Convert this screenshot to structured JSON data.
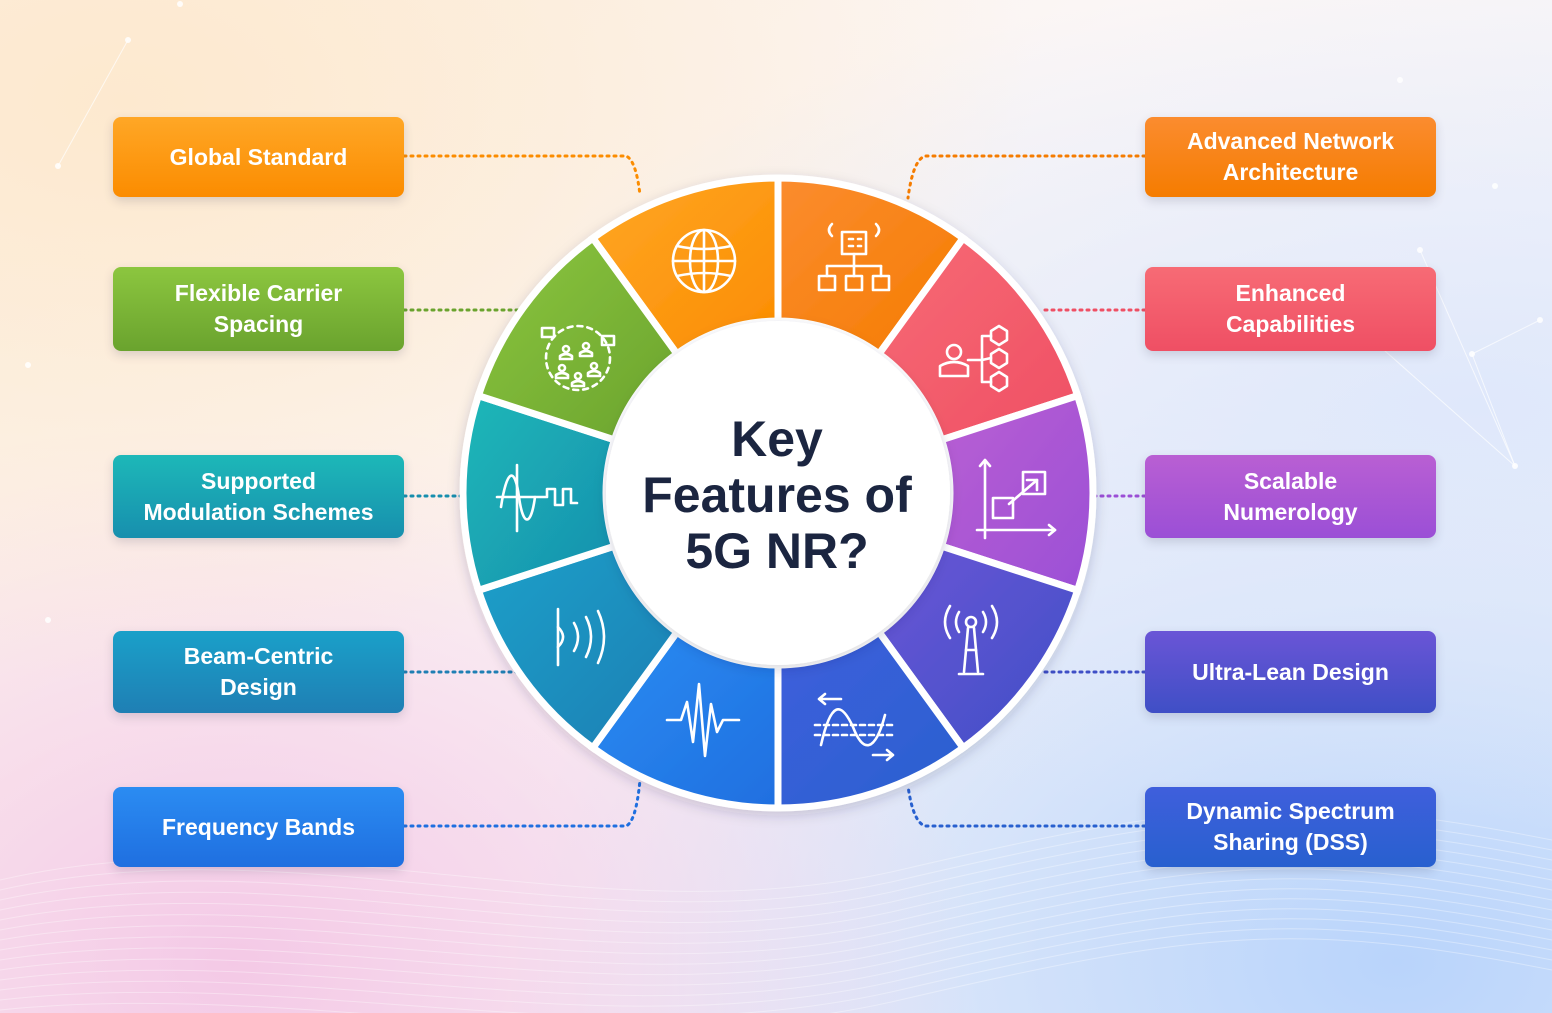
{
  "title": "Key\nFeatures of\n5G NR?",
  "features": [
    {
      "id": "global-standard",
      "label": "Global Standard",
      "color": "#ffa726",
      "color2": "#fb8c00",
      "icon": "globe-icon"
    },
    {
      "id": "advanced-network-architecture",
      "label": "Advanced Network\nArchitecture",
      "color": "#fb8c2f",
      "color2": "#f57c00",
      "icon": "network-hierarchy-icon"
    },
    {
      "id": "enhanced-capabilities",
      "label": "Enhanced\nCapabilities",
      "color": "#f76b75",
      "color2": "#ef4f64",
      "icon": "user-hexagons-icon"
    },
    {
      "id": "scalable-numerology",
      "label": "Scalable\nNumerology",
      "color": "#b95fd3",
      "color2": "#9b4fd6",
      "icon": "scaling-graph-icon"
    },
    {
      "id": "ultra-lean-design",
      "label": "Ultra-Lean Design",
      "color": "#6a55d6",
      "color2": "#3f4fc6",
      "icon": "antenna-tower-icon"
    },
    {
      "id": "dynamic-spectrum-sharing",
      "label": "Dynamic Spectrum\nSharing (DSS)",
      "color": "#3f5fdc",
      "color2": "#2860cf",
      "icon": "wave-arrows-icon"
    },
    {
      "id": "frequency-bands",
      "label": "Frequency Bands",
      "color": "#2b8cf2",
      "color2": "#1f6fe0",
      "icon": "frequency-wave-icon"
    },
    {
      "id": "beam-centric-design",
      "label": "Beam-Centric\nDesign",
      "color": "#1aa0c9",
      "color2": "#1f7fb4",
      "icon": "beam-signal-icon"
    },
    {
      "id": "supported-modulation-schemes",
      "label": "Supported\nModulation Schemes",
      "color": "#1db8b8",
      "color2": "#178fae",
      "icon": "modulation-wave-icon"
    },
    {
      "id": "flexible-carrier-spacing",
      "label": "Flexible Carrier\nSpacing",
      "color": "#8cc63f",
      "color2": "#6aa32e",
      "icon": "user-cluster-icon"
    }
  ]
}
